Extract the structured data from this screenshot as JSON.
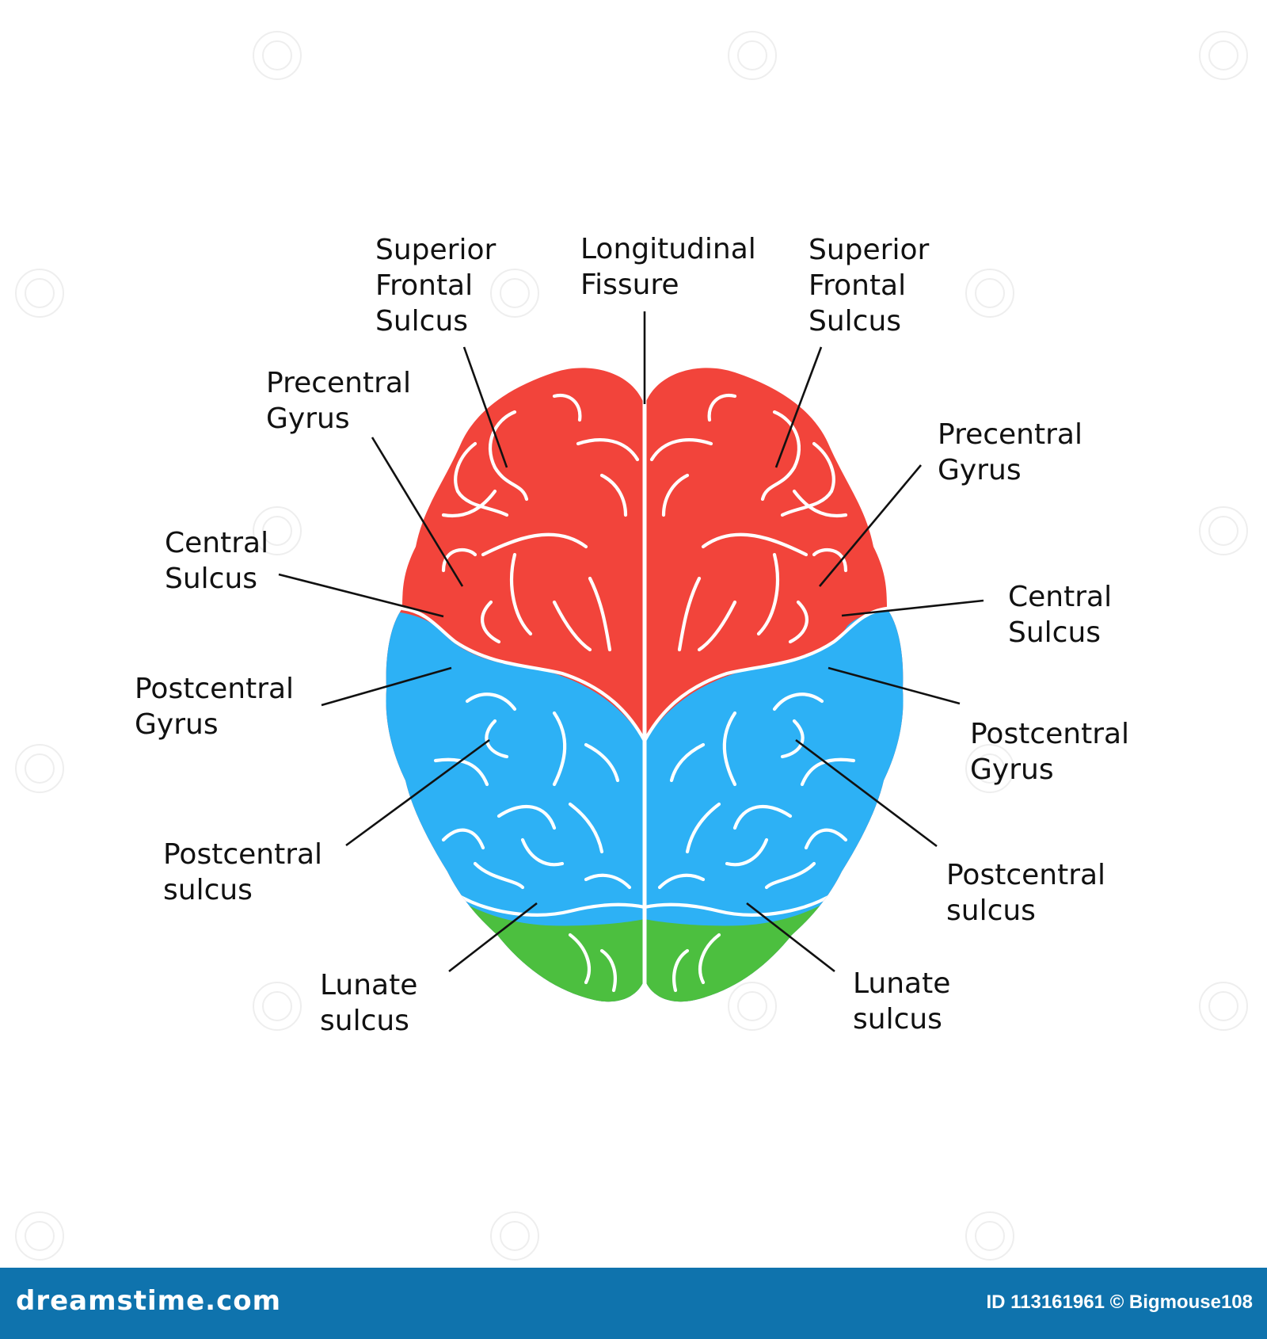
{
  "colors": {
    "frontal": "#f2443b",
    "parietal": "#2db1f5",
    "occipital": "#4cbf3f",
    "footer": "#0f73ad"
  },
  "labels": {
    "left_superior_frontal_sulcus": [
      "Superior",
      "Frontal",
      "Sulcus"
    ],
    "longitudinal_fissure": [
      "Longitudinal",
      "Fissure"
    ],
    "right_superior_frontal_sulcus": [
      "Superior",
      "Frontal",
      "Sulcus"
    ],
    "left_precentral_gyrus": [
      "Precentral",
      "Gyrus"
    ],
    "right_precentral_gyrus": [
      "Precentral",
      "Gyrus"
    ],
    "left_central_sulcus": [
      "Central",
      "Sulcus"
    ],
    "right_central_sulcus": [
      "Central",
      "Sulcus"
    ],
    "left_postcentral_gyrus": [
      "Postcentral",
      "Gyrus"
    ],
    "right_postcentral_gyrus": [
      "Postcentral",
      "Gyrus"
    ],
    "left_postcentral_sulcus": [
      "Postcentral",
      "sulcus"
    ],
    "right_postcentral_sulcus": [
      "Postcentral",
      "sulcus"
    ],
    "left_lunate_sulcus": [
      "Lunate",
      "sulcus"
    ],
    "right_lunate_sulcus": [
      "Lunate",
      "sulcus"
    ]
  },
  "footer": {
    "site": "dreamstime.com",
    "credit": "ID 113161961 © Bigmouse108"
  }
}
